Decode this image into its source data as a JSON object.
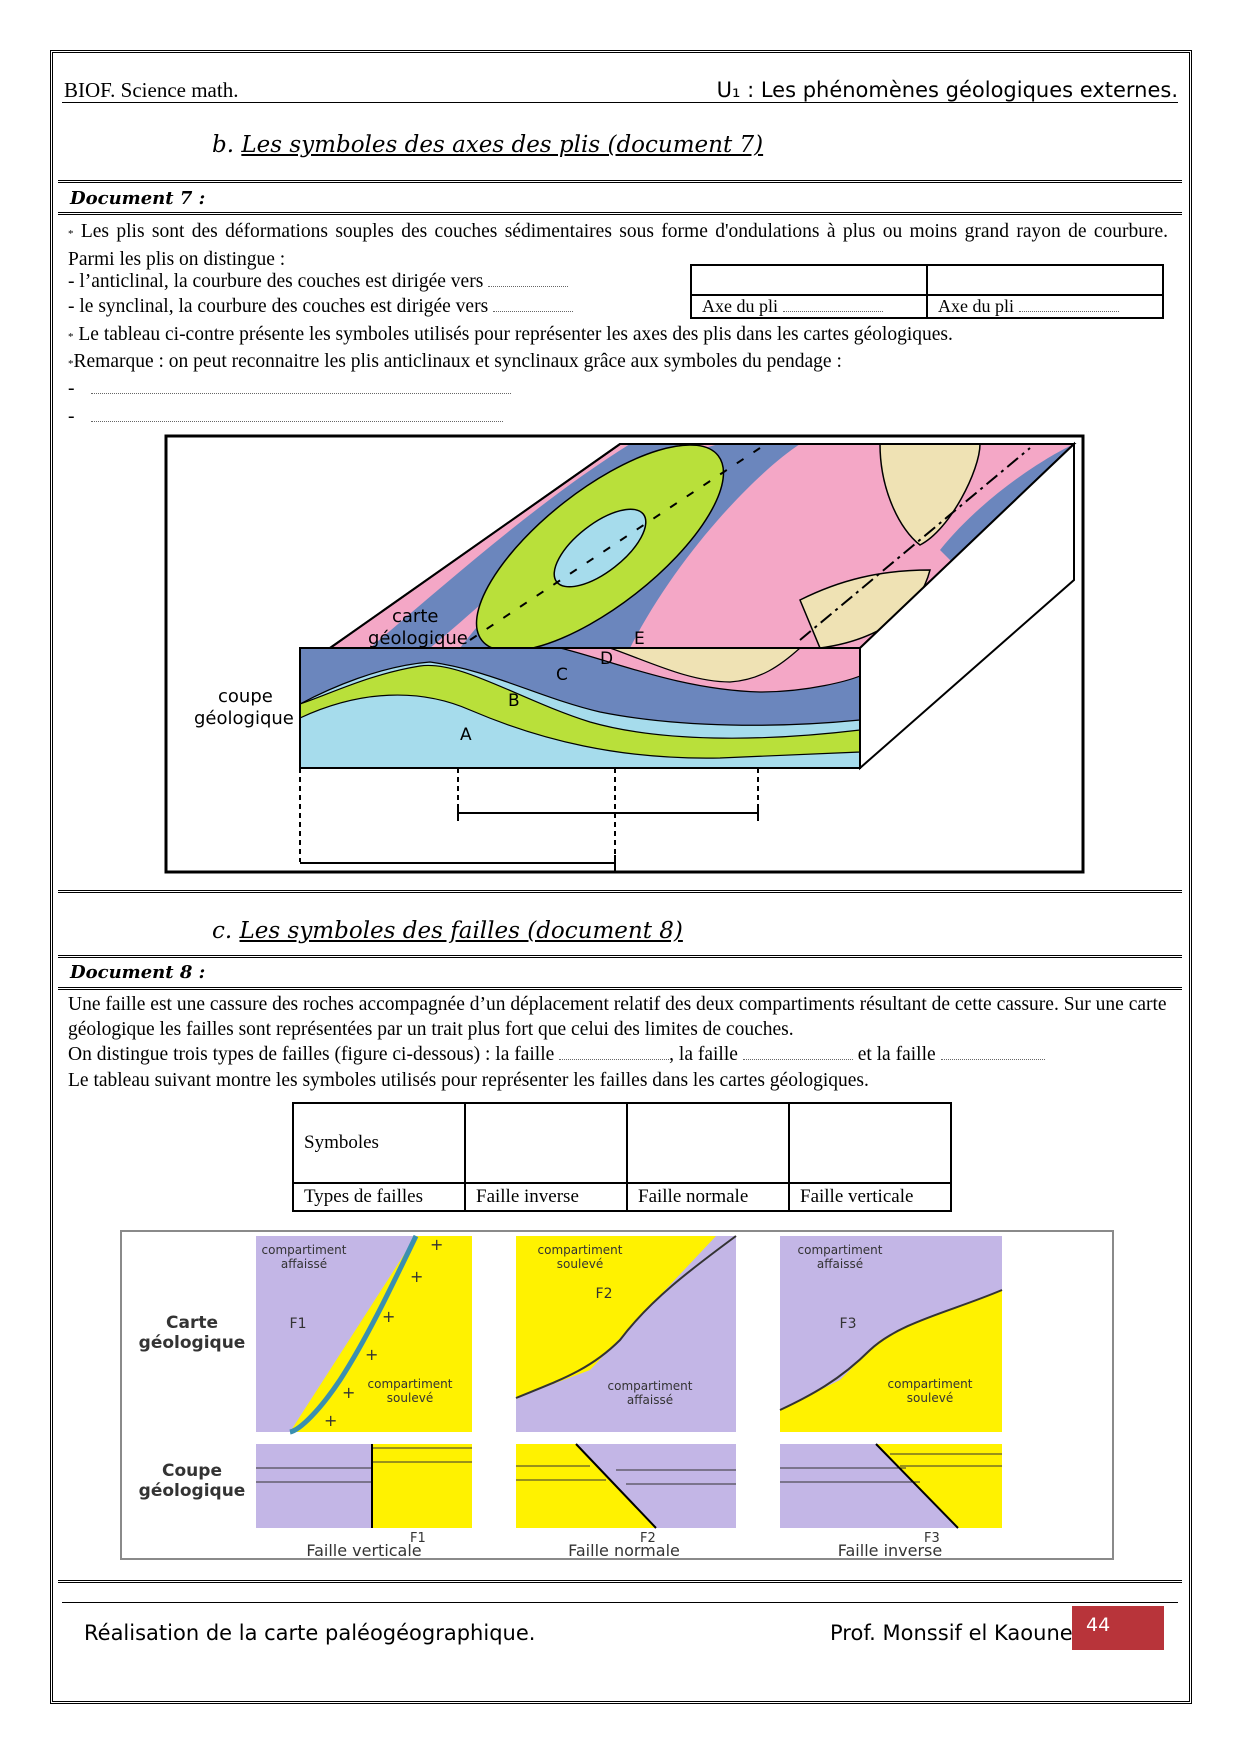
{
  "header": {
    "left": "BIOF. Science math.",
    "right": "U₁ : Les phénomènes géologiques externes."
  },
  "section_b": {
    "title_prefix": "b.",
    "title": "Les symboles des axes des plis (document 7)",
    "doc_label": "Document 7 :",
    "para1": "Les plis sont des déformations souples des couches sédimentaires sous forme d'ondulations à plus ou moins grand rayon de courbure. Parmi les plis on distingue :",
    "anticlinal": "- l’anticlinal, la courbure des couches est dirigée vers",
    "synclinal": "- le synclinal, la courbure des couches est dirigée vers",
    "para2": "Le tableau ci-contre présente les symboles utilisés pour représenter les axes des plis dans les cartes géologiques.",
    "para3": "Remarque : on peut reconnaitre les plis anticlinaux et synclinaux grâce aux symboles du pendage :",
    "dash": "-",
    "axis_table": [
      "Axe du pli",
      "Axe du pli"
    ],
    "figure": {
      "label_map": [
        "carte",
        "géologique"
      ],
      "label_cut": [
        "coupe",
        "géologique"
      ],
      "layers": [
        "A",
        "B",
        "C",
        "D",
        "E"
      ]
    }
  },
  "section_c": {
    "title_prefix": "c.",
    "title": "Les symboles des failles (document 8)",
    "doc_label": "Document 8 :",
    "para1": "Une faille est une cassure des roches accompagnée d’un déplacement relatif des deux compartiments résultant de cette cassure. Sur une carte géologique les failles sont représentées par un trait plus fort que celui des limites de couches.",
    "para2a": "On distingue trois types de failles (figure ci-dessous) : la faille",
    "para2b": ", la faille",
    "para2c": "et la faille",
    "para3": "Le tableau suivant  montre les symboles utilisés pour représenter les failles dans les cartes géologiques.",
    "table": {
      "row1_label": "Symboles",
      "row2_label": "Types de failles",
      "types": [
        "Faille inverse",
        "Faille normale",
        "Faille verticale"
      ]
    },
    "figure": {
      "row_map": [
        "Carte",
        "géologique"
      ],
      "row_cut": [
        "Coupe",
        "géologique"
      ],
      "panels": [
        {
          "top": [
            "compartiment",
            "affaissé"
          ],
          "bottom": [
            "compartiment",
            "soulevé"
          ],
          "f": "F1",
          "name": "Faille verticale"
        },
        {
          "top": [
            "compartiment",
            "soulevé"
          ],
          "bottom": [
            "compartiment",
            "affaissé"
          ],
          "f": "F2",
          "name": "Faille normale"
        },
        {
          "top": [
            "compartiment",
            "affaissé"
          ],
          "bottom": [
            "compartiment",
            "soulevé"
          ],
          "f": "F3",
          "name": "Faille inverse"
        }
      ]
    }
  },
  "footer": {
    "left": "Réalisation de la carte paléogéographique.",
    "right": "Prof. Monssif el Kaoune",
    "page": "44"
  },
  "colors": {
    "lilac": "#c3b6e6",
    "yellow": "#fff200",
    "blue_layer": "#6b86bd",
    "green_layer": "#b9e03a",
    "pink_layer": "#f4a7c6",
    "light_blue": "#a6dcec",
    "beige": "#efe2b4",
    "page_box": "#b8343a"
  }
}
